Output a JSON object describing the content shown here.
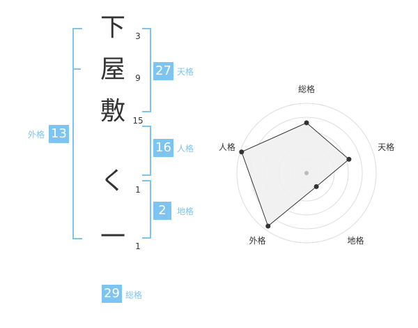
{
  "name_chars": [
    "下",
    "屋",
    "敷",
    "く",
    "一"
  ],
  "stroke_counts": [
    "3",
    "9",
    "15",
    "1",
    "1"
  ],
  "fortunes": {
    "tenkaku": {
      "value": "27",
      "label": "天格"
    },
    "jinkaku": {
      "value": "16",
      "label": "人格"
    },
    "chikaku": {
      "value": "2",
      "label": "地格"
    },
    "gaikaku": {
      "value": "13",
      "label": "外格"
    },
    "soukaku": {
      "value": "29",
      "label": "総格"
    }
  },
  "chart_data": {
    "type": "radar",
    "axes": [
      "総格",
      "天格",
      "地格",
      "外格",
      "人格"
    ],
    "values": [
      3.6,
      3.2,
      1.2,
      4.7,
      4.9
    ],
    "max": 5,
    "rings": 5,
    "fill_color": "#f0f0f0",
    "line_color": "#333333"
  }
}
